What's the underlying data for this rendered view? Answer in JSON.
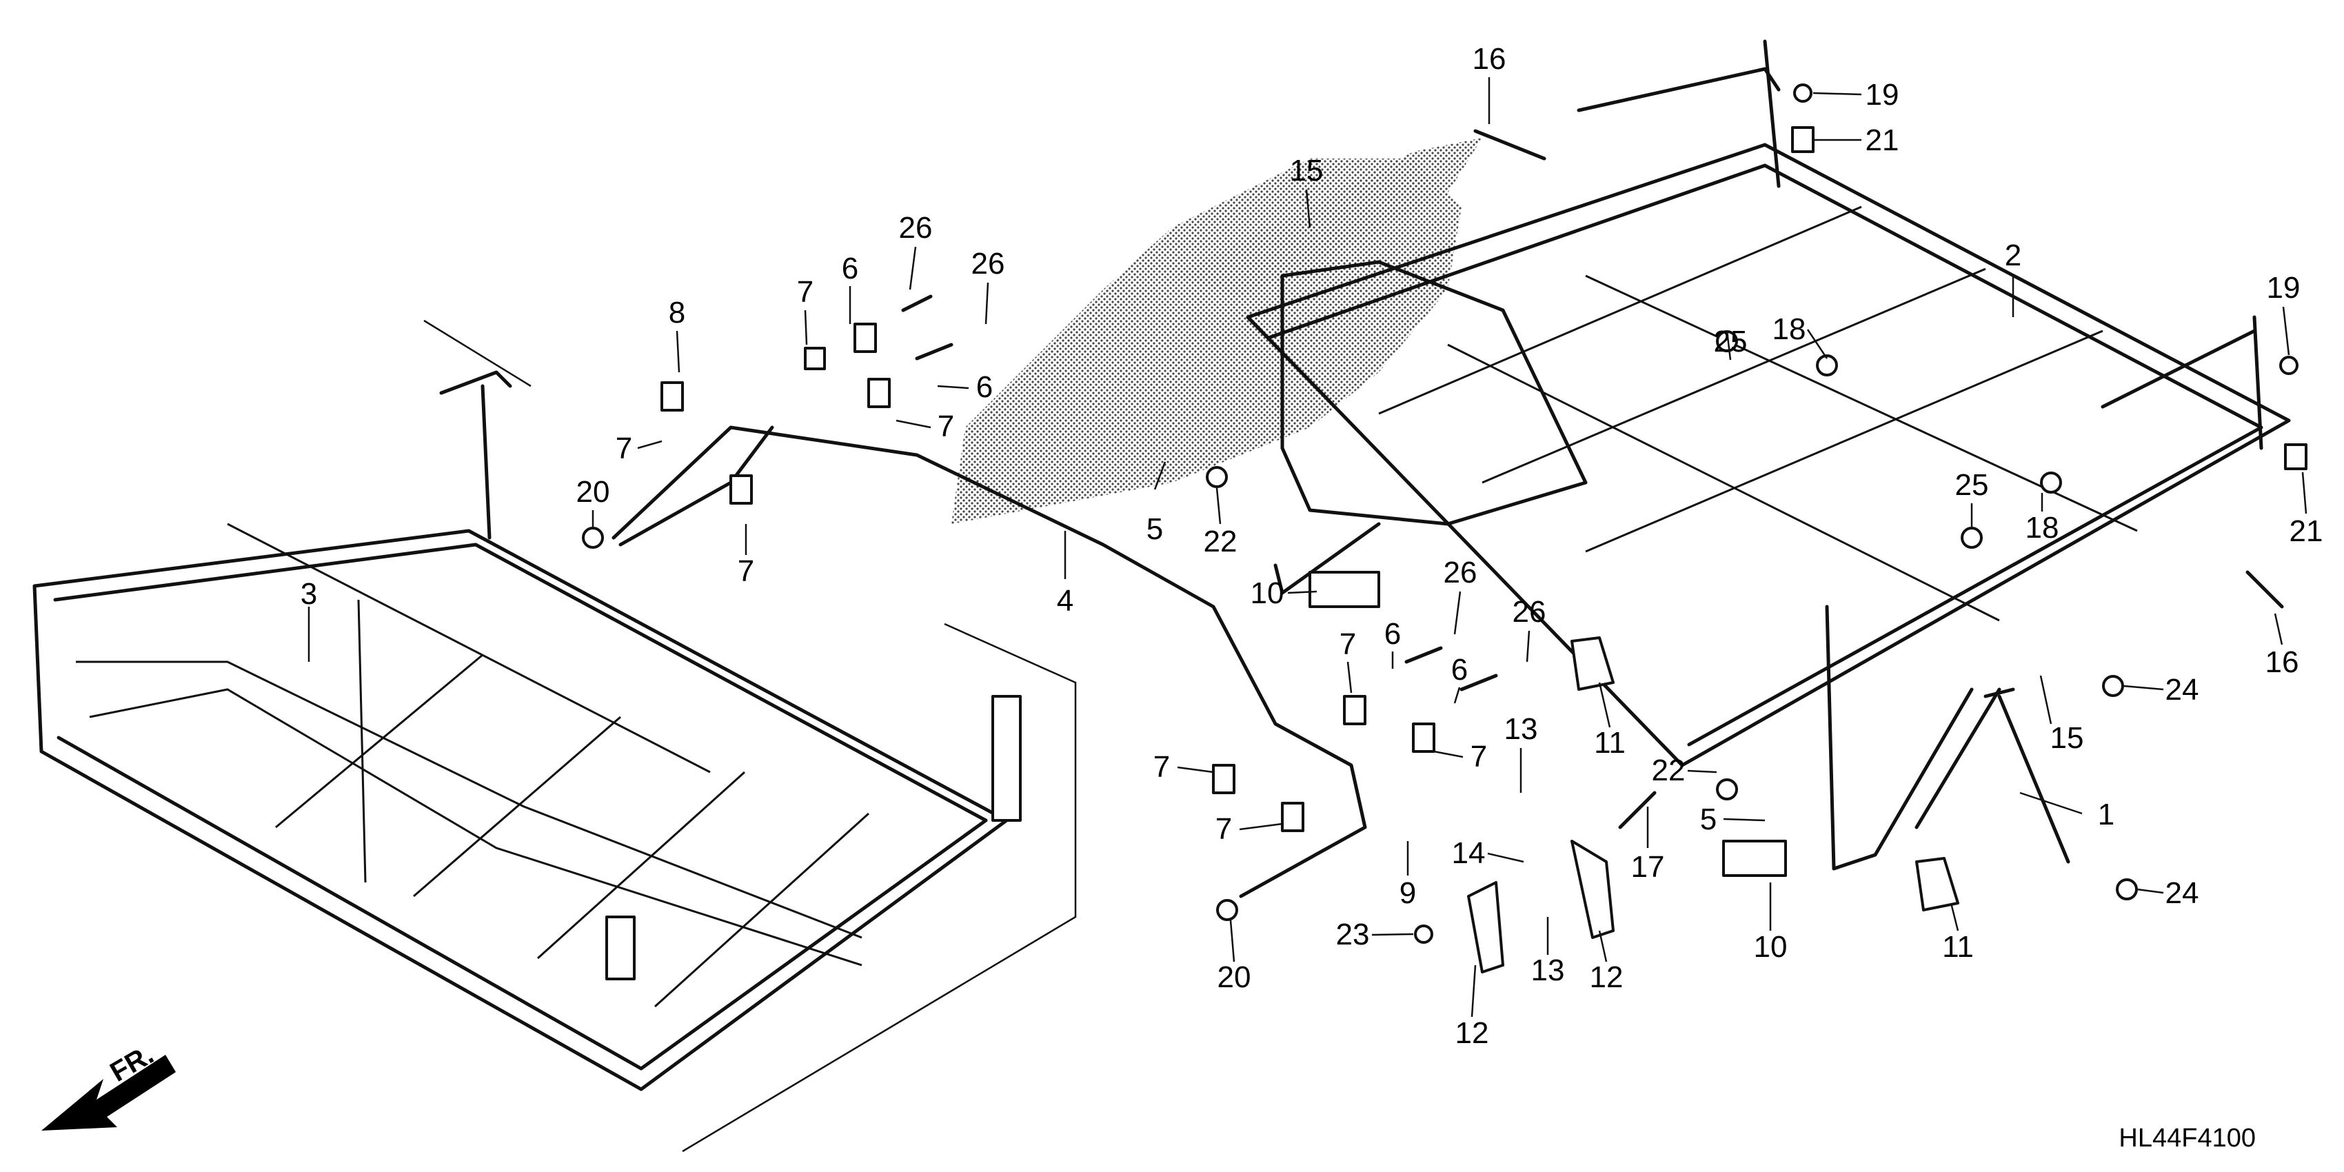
{
  "diagram_code": "HL44F4100",
  "direction_label": "FR.",
  "callouts": {
    "c1": "1",
    "c2": "2",
    "c3": "3",
    "c4": "4",
    "c5a": "5",
    "c5b": "5",
    "c6a": "6",
    "c6b": "6",
    "c6c": "6",
    "c6d": "6",
    "c7a": "7",
    "c7b": "7",
    "c7c": "7",
    "c7d": "7",
    "c7e": "7",
    "c7f": "7",
    "c7g": "7",
    "c7h": "7",
    "c8": "8",
    "c9": "9",
    "c10a": "10",
    "c10b": "10",
    "c11a": "11",
    "c11b": "11",
    "c12a": "12",
    "c12b": "12",
    "c13a": "13",
    "c13b": "13",
    "c14": "14",
    "c15a": "15",
    "c15b": "15",
    "c16a": "16",
    "c16b": "16",
    "c17": "17",
    "c18a": "18",
    "c18b": "18",
    "c19a": "19",
    "c19b": "19",
    "c20a": "20",
    "c20b": "20",
    "c21a": "21",
    "c21b": "21",
    "c22a": "22",
    "c22b": "22",
    "c23": "23",
    "c24a": "24",
    "c24b": "24",
    "c25a": "25",
    "c25b": "25",
    "c26a": "26",
    "c26b": "26",
    "c26c": "26",
    "c26d": "26"
  }
}
